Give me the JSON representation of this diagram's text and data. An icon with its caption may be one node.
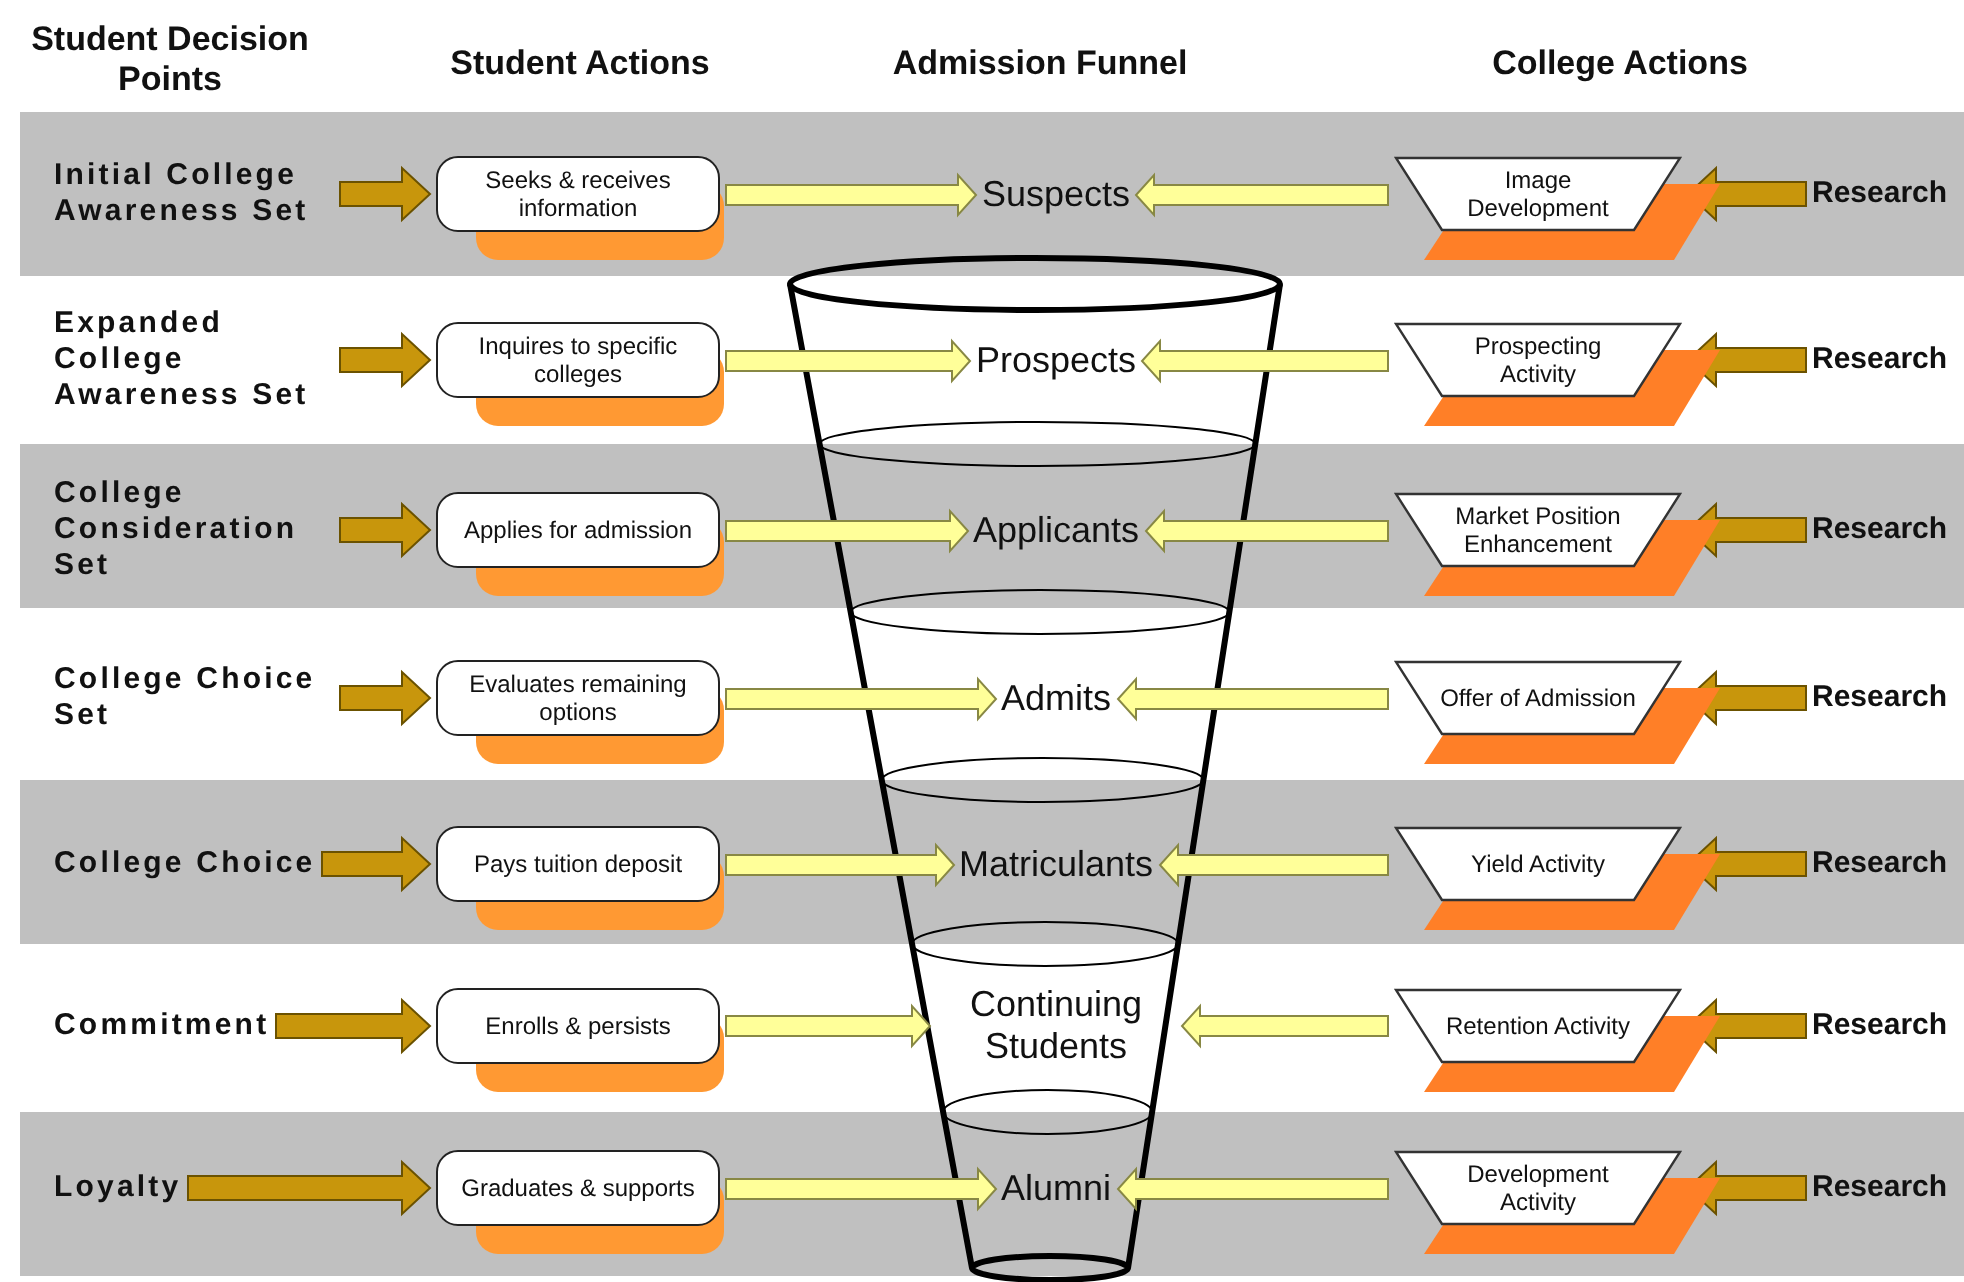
{
  "diagram": {
    "nodes": [
      {
        "text": [
          "Initial College Awareness Set"
        ]
      },
      {
        "text": [
          "Seeks & receives information"
        ]
      },
      {
        "text": [
          "Suspects"
        ]
      },
      {
        "text": [
          "Image Development"
        ]
      },
      {
        "text": [
          "Research"
        ]
      },
      {
        "text": [
          "Expanded College Awareness Set"
        ]
      },
      {
        "text": [
          "Inquires to specific colleges"
        ]
      },
      {
        "text": [
          "Prospects"
        ]
      },
      {
        "text": [
          "Prospecting Activity"
        ]
      },
      {
        "text": [
          "Research"
        ]
      },
      {
        "text": [
          "College Consideration Set"
        ]
      },
      {
        "text": [
          "Applies for admission"
        ]
      },
      {
        "text": [
          "Applicants"
        ]
      },
      {
        "text": [
          "Market Position Enhancement"
        ]
      },
      {
        "text": [
          "Research"
        ]
      },
      {
        "text": [
          "College Choice Set"
        ]
      },
      {
        "text": [
          "Evaluates remaining options"
        ]
      },
      {
        "text": [
          "Admits"
        ]
      },
      {
        "text": [
          "Offer of Admission"
        ]
      },
      {
        "text": [
          "Research"
        ]
      },
      {
        "text": [
          "College Choice"
        ]
      },
      {
        "text": [
          "Pays tuition deposit"
        ]
      },
      {
        "text": [
          "Matriculants"
        ]
      },
      {
        "text": [
          "Yield Activity"
        ]
      },
      {
        "text": [
          "Research"
        ]
      },
      {
        "text": [
          "Commitment"
        ]
      },
      {
        "text": [
          "Enrolls & persists"
        ]
      },
      {
        "text": [
          "Continuing Students"
        ]
      },
      {
        "text": [
          "Retention Activity"
        ]
      },
      {
        "text": [
          "Research"
        ]
      },
      {
        "text": [
          "Loyalty"
        ]
      },
      {
        "text": [
          "Graduates & supports"
        ]
      },
      {
        "text": [
          "Alumni"
        ]
      },
      {
        "text": [
          "Development Activity"
        ]
      },
      {
        "text": [
          "Research"
        ]
      }
    ],
    "edges": [
      {
        "from": 0,
        "to": 1,
        "arrow": "to",
        "color": "#c8960c"
      },
      {
        "from": 1,
        "to": 2,
        "arrow": "to"
      },
      {
        "from": 3,
        "to": 2,
        "arrow": "to"
      },
      {
        "from": 4,
        "to": 3,
        "arrow": "to",
        "color": "#c8960c"
      },
      {
        "from": 5,
        "to": 6,
        "arrow": "to",
        "color": "#c8960c"
      },
      {
        "from": 6,
        "to": 7,
        "arrow": "to"
      },
      {
        "from": 8,
        "to": 7,
        "arrow": "to"
      },
      {
        "from": 9,
        "to": 8,
        "arrow": "to",
        "color": "#c8960c"
      },
      {
        "from": 10,
        "to": 11,
        "arrow": "to",
        "color": "#c8960c"
      },
      {
        "from": 11,
        "to": 12,
        "arrow": "to"
      },
      {
        "from": 13,
        "to": 12,
        "arrow": "to"
      },
      {
        "from": 14,
        "to": 13,
        "arrow": "to",
        "color": "#c8960c"
      },
      {
        "from": 15,
        "to": 16,
        "arrow": "to",
        "color": "#c8960c"
      },
      {
        "from": 16,
        "to": 17,
        "arrow": "to"
      },
      {
        "from": 18,
        "to": 17,
        "arrow": "to"
      },
      {
        "from": 19,
        "to": 18,
        "arrow": "to",
        "color": "#c8960c"
      },
      {
        "from": 20,
        "to": 21,
        "arrow": "to",
        "color": "#c8960c"
      },
      {
        "from": 21,
        "to": 22,
        "arrow": "to"
      },
      {
        "from": 23,
        "to": 22,
        "arrow": "to"
      },
      {
        "from": 24,
        "to": 23,
        "arrow": "to",
        "color": "#c8960c"
      },
      {
        "from": 25,
        "to": 26,
        "arrow": "to",
        "color": "#c8960c"
      },
      {
        "from": 26,
        "to": 27,
        "arrow": "to"
      },
      {
        "from": 28,
        "to": 27,
        "arrow": "to"
      },
      {
        "from": 29,
        "to": 28,
        "arrow": "to",
        "color": "#c8960c"
      },
      {
        "from": 30,
        "to": 31,
        "arrow": "to",
        "color": "#c8960c"
      },
      {
        "from": 31,
        "to": 32,
        "arrow": "to"
      },
      {
        "from": 33,
        "to": 32,
        "arrow": "to"
      },
      {
        "from": 34,
        "to": 33,
        "arrow": "to",
        "color": "#c8960c"
      }
    ],
    "labels": [
      "Student Decision Points",
      "Student Actions",
      "Admission Funnel",
      "College Actions"
    ]
  }
}
